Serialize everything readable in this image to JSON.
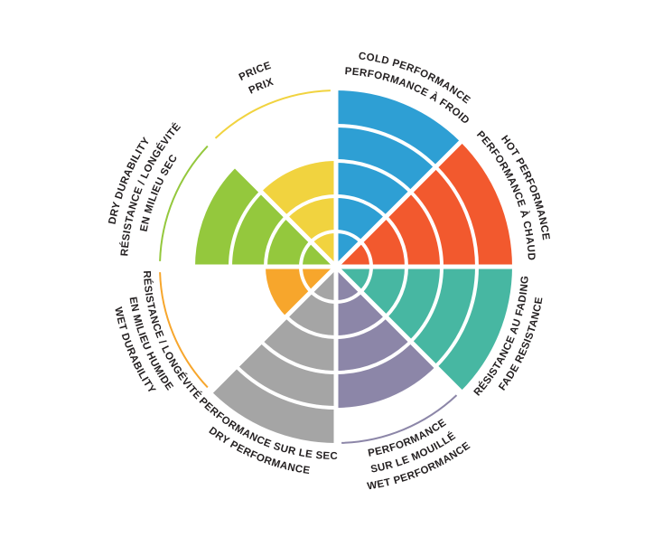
{
  "chart_data": {
    "type": "pie",
    "variant": "polar-sector-rating-wheel",
    "title": "",
    "legend": "none",
    "grid": "concentric-rings-white-over-fill",
    "scale": {
      "min": 0,
      "max": 5
    },
    "text_color": "#231F20",
    "background": "#FFFFFF",
    "sectors": [
      {
        "id": "cold-performance",
        "label_lines": [
          "COLD PERFORMANCE",
          "PERFORMANCE À FROID"
        ],
        "value": 5,
        "color": "#2E9FD4",
        "center_bearing_deg": 22.5,
        "label_style": "top"
      },
      {
        "id": "hot-performance",
        "label_lines": [
          "HOT PERFORMANCE",
          "PERFORMANCE À CHAUD"
        ],
        "value": 5,
        "color": "#F2592E",
        "center_bearing_deg": 67.5,
        "label_style": "top"
      },
      {
        "id": "fade-resistance",
        "label_lines": [
          "RÉSISTANCE AU FADING",
          "FADE RESISTANCE"
        ],
        "value": 5,
        "color": "#47B7A2",
        "center_bearing_deg": 112.5,
        "label_style": "bottom"
      },
      {
        "id": "wet-performance",
        "label_lines": [
          "PERFORMANCE",
          "SUR LE MOUILLÉ",
          "WET PERFORMANCE"
        ],
        "value": 4,
        "color": "#8C86A8",
        "center_bearing_deg": 157.5,
        "label_style": "bottom"
      },
      {
        "id": "dry-performance",
        "label_lines": [
          "PERFORMANCE SUR LE SEC",
          "DRY PERFORMANCE"
        ],
        "value": 5,
        "color": "#A5A5A5",
        "center_bearing_deg": 202.5,
        "label_style": "bottom"
      },
      {
        "id": "wet-durability",
        "label_lines": [
          "RÉSISTANCE / LONGÉVITÉ",
          "EN MILIEU HUMIDE",
          "WET DURABILITY"
        ],
        "value": 2,
        "color": "#F7A62C",
        "center_bearing_deg": 247.5,
        "label_style": "bottom"
      },
      {
        "id": "dry-durability",
        "label_lines": [
          "DRY DURABILITY",
          "RÉSISTANCE / LONGÉVITÉ",
          "EN MILIEU SEC"
        ],
        "value": 4,
        "color": "#94C83D",
        "center_bearing_deg": 292.5,
        "label_style": "top"
      },
      {
        "id": "price",
        "label_lines": [
          "PRICE",
          "PRIX"
        ],
        "value": 3,
        "color": "#F1D33F",
        "center_bearing_deg": 337.5,
        "label_style": "top"
      }
    ]
  }
}
